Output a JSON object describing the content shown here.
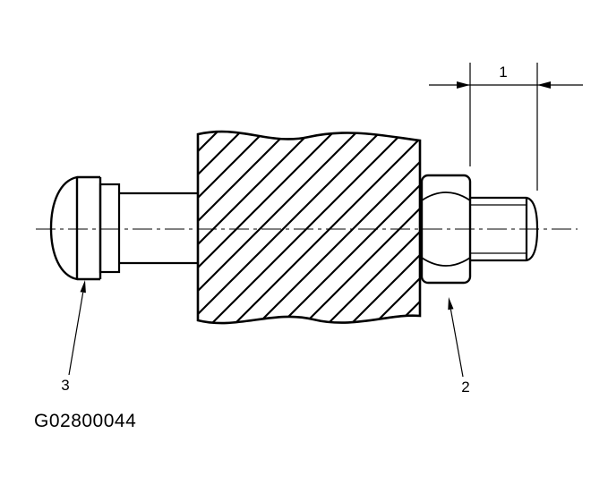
{
  "figure": {
    "id_label": "G02800044",
    "background": "#ffffff",
    "line_color": "#000000",
    "dimension": {
      "label": "1",
      "measures": "stud-protrusion-beyond-nut"
    },
    "callouts": {
      "nut": {
        "label": "2"
      },
      "bolt_head": {
        "label": "3"
      }
    }
  }
}
